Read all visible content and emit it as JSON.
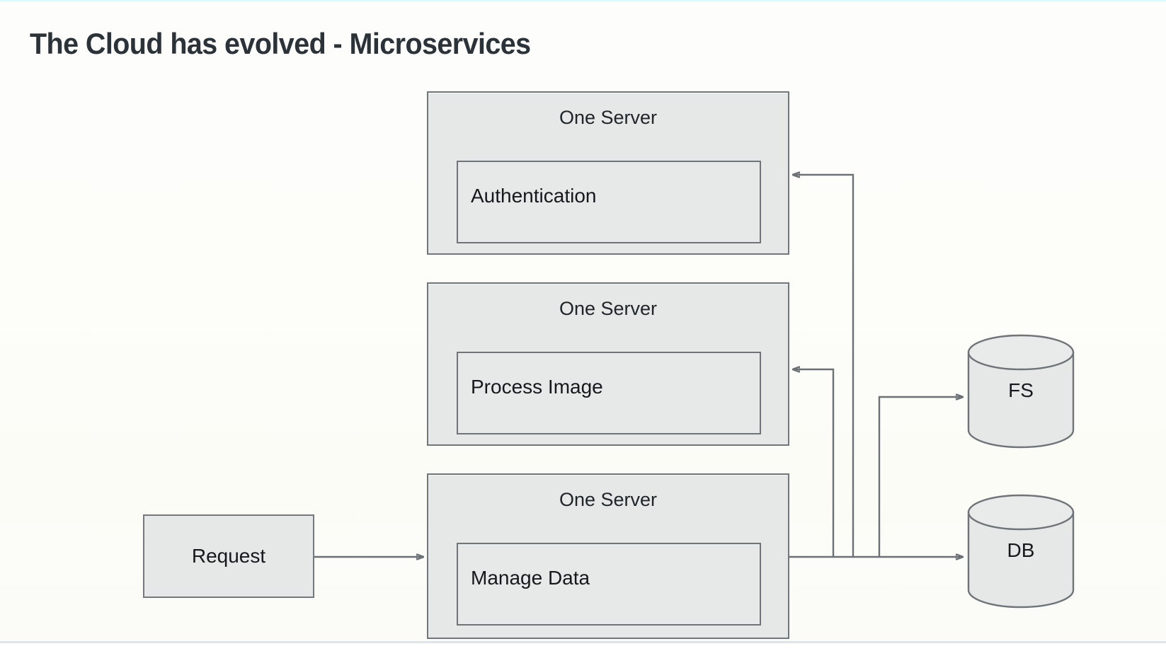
{
  "slide": {
    "title": "The Cloud has evolved - Microservices",
    "background_color": "#fcfcf8",
    "title_color": "#2b3338"
  },
  "palette": {
    "box_fill": "#e6e7e7",
    "box_border": "#70767a",
    "connector": "#6b7175",
    "text": "#16191c"
  },
  "servers": [
    {
      "id": "server-auth",
      "title": "One Server",
      "service": "Authentication"
    },
    {
      "id": "server-image",
      "title": "One Server",
      "service": "Process Image"
    },
    {
      "id": "server-data",
      "title": "One Server",
      "service": "Manage Data"
    }
  ],
  "entry": {
    "label": "Request"
  },
  "datastores": [
    {
      "id": "store-fs",
      "label": "FS"
    },
    {
      "id": "store-db",
      "label": "DB"
    }
  ],
  "connections": [
    {
      "from": "Request",
      "to": "Manage Data server",
      "type": "arrow"
    },
    {
      "from": "Manage Data server",
      "to": "FS",
      "type": "arrow"
    },
    {
      "from": "Manage Data server",
      "to": "DB",
      "type": "arrow"
    },
    {
      "from": "Manage Data server",
      "to": "Process Image server",
      "type": "arrow"
    },
    {
      "from": "Manage Data server",
      "to": "Authentication server",
      "type": "arrow"
    }
  ]
}
